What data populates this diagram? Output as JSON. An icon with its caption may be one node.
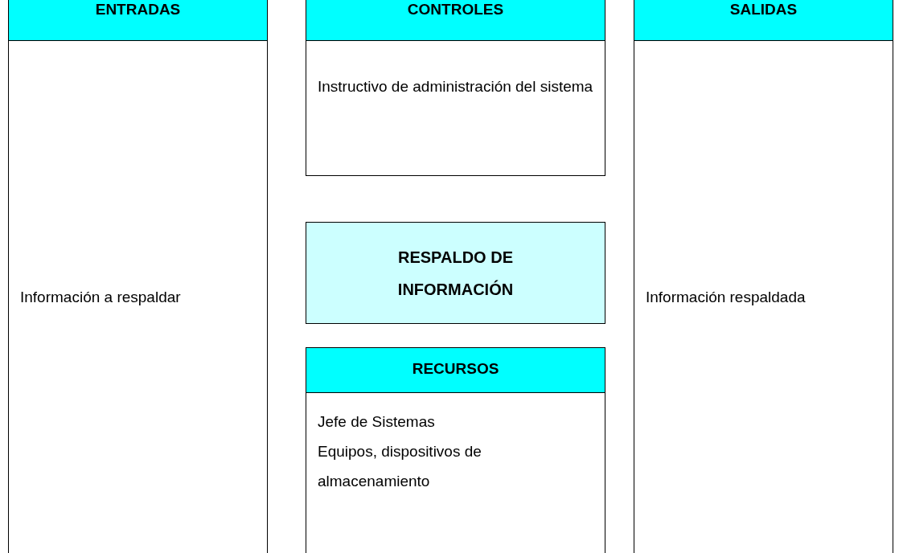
{
  "diagram": {
    "nodes": [
      {
        "text": [
          "ENTRADAS",
          "Información a respaldar"
        ]
      },
      {
        "text": [
          "CONTROLES",
          "Instructivo de administración del sistema"
        ]
      },
      {
        "text": [
          "RESPALDO DE INFORMACIÓN"
        ]
      },
      {
        "text": [
          "RECURSOS",
          "Jefe de Sistemas",
          "Equipos, dispositivos de almacenamiento"
        ]
      },
      {
        "text": [
          "SALIDAS",
          "Información respaldada"
        ]
      }
    ]
  }
}
